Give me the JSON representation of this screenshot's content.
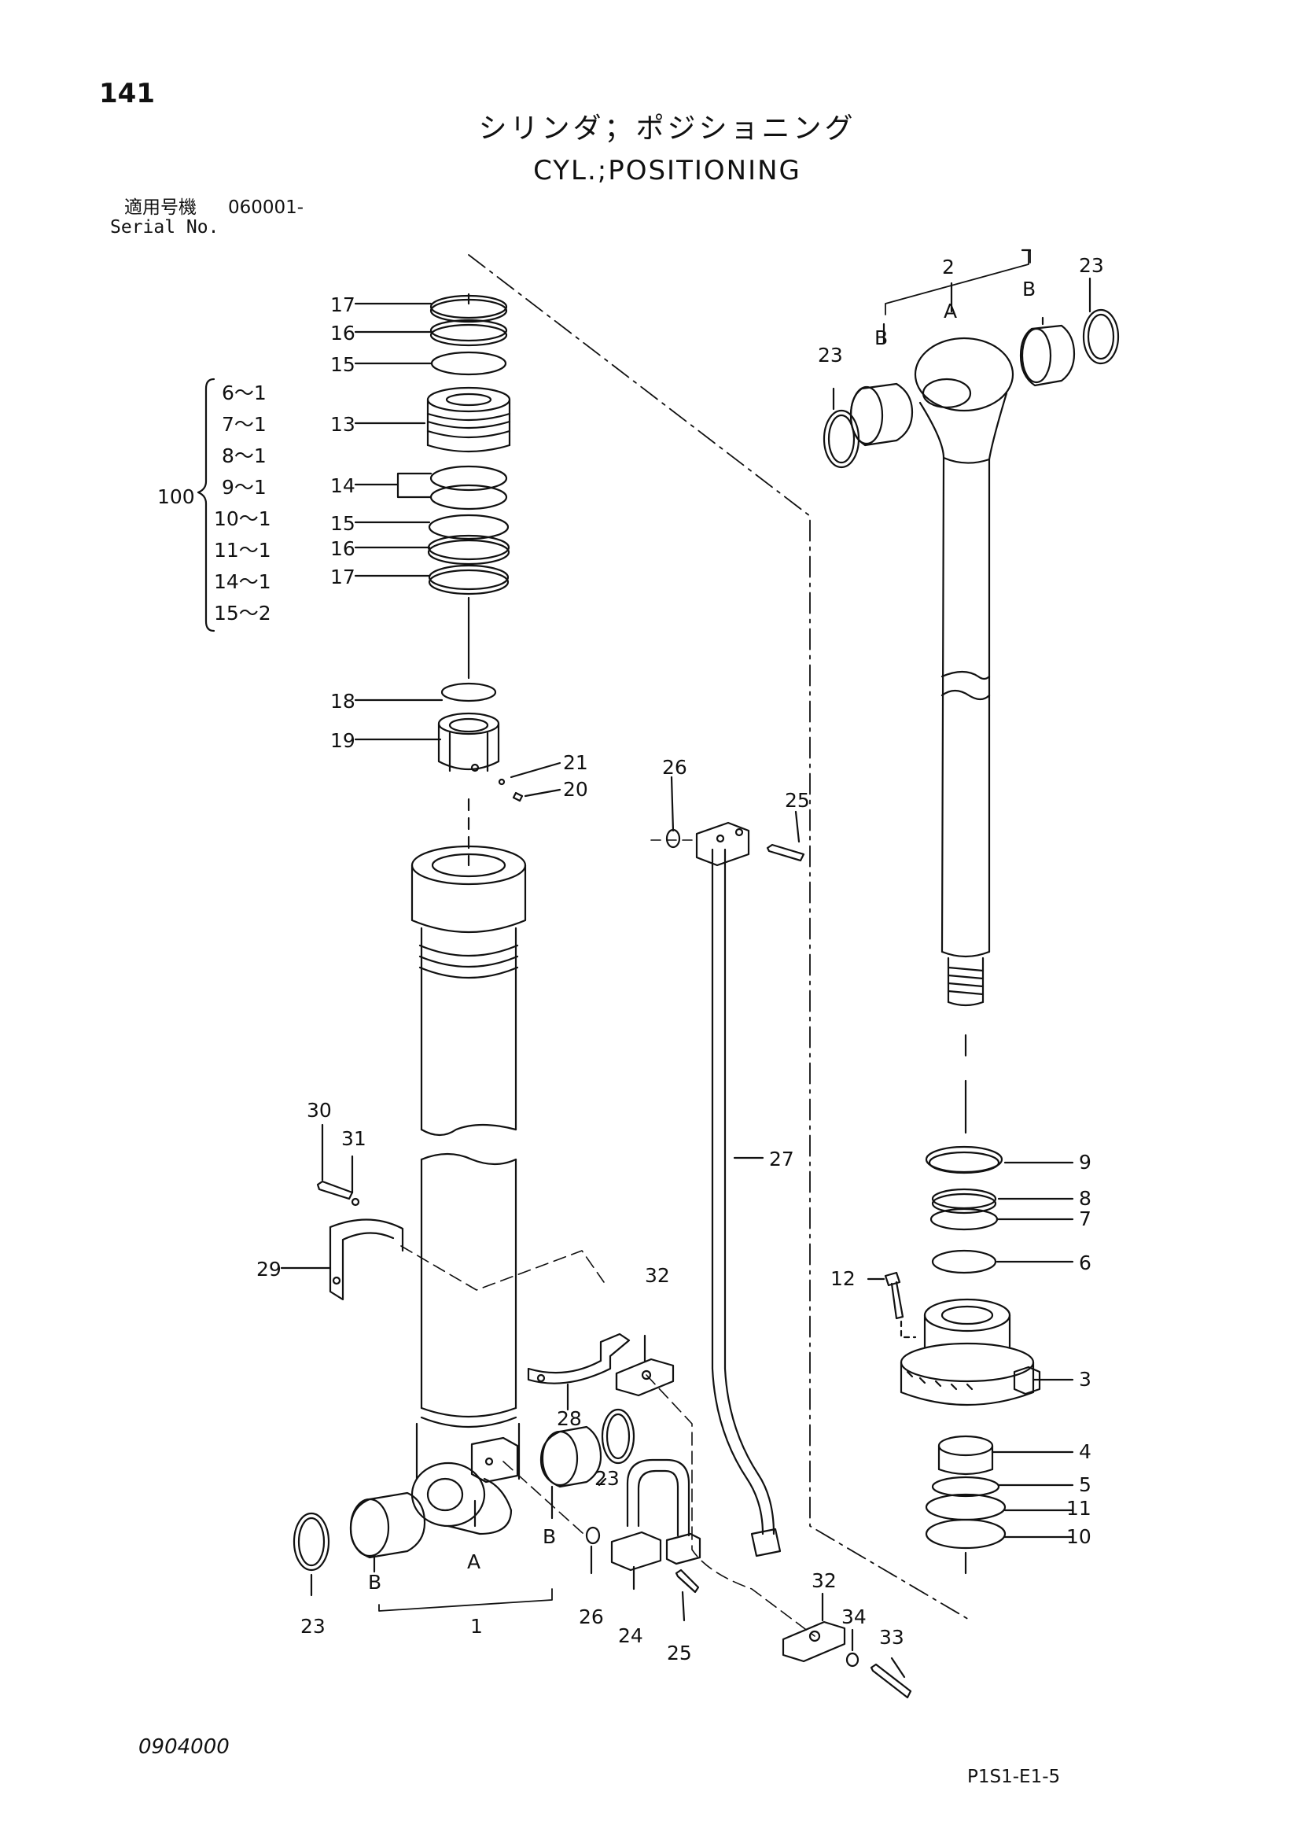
{
  "page_number": "141",
  "title_jp": "シリンダ；ポジショニング",
  "title_en": "CYL.;POSITIONING",
  "serial": {
    "label_jp": "適用号機",
    "value": "060001-",
    "label_en": "Serial No."
  },
  "kit": {
    "number": "100",
    "items": [
      "6～1",
      "7～1",
      "8～1",
      "9～1",
      "10～1",
      "11～1",
      "14～1",
      "15～2"
    ]
  },
  "callouts": [
    "1",
    "2",
    "3",
    "4",
    "5",
    "6",
    "7",
    "8",
    "9",
    "10",
    "11",
    "12",
    "13",
    "14",
    "15",
    "16",
    "17",
    "18",
    "19",
    "20",
    "21",
    "23",
    "24",
    "25",
    "26",
    "27",
    "28",
    "29",
    "30",
    "31",
    "32",
    "33",
    "34",
    "A",
    "B"
  ],
  "doc_code": "0904000",
  "page_code": "P1S1-E1-5"
}
